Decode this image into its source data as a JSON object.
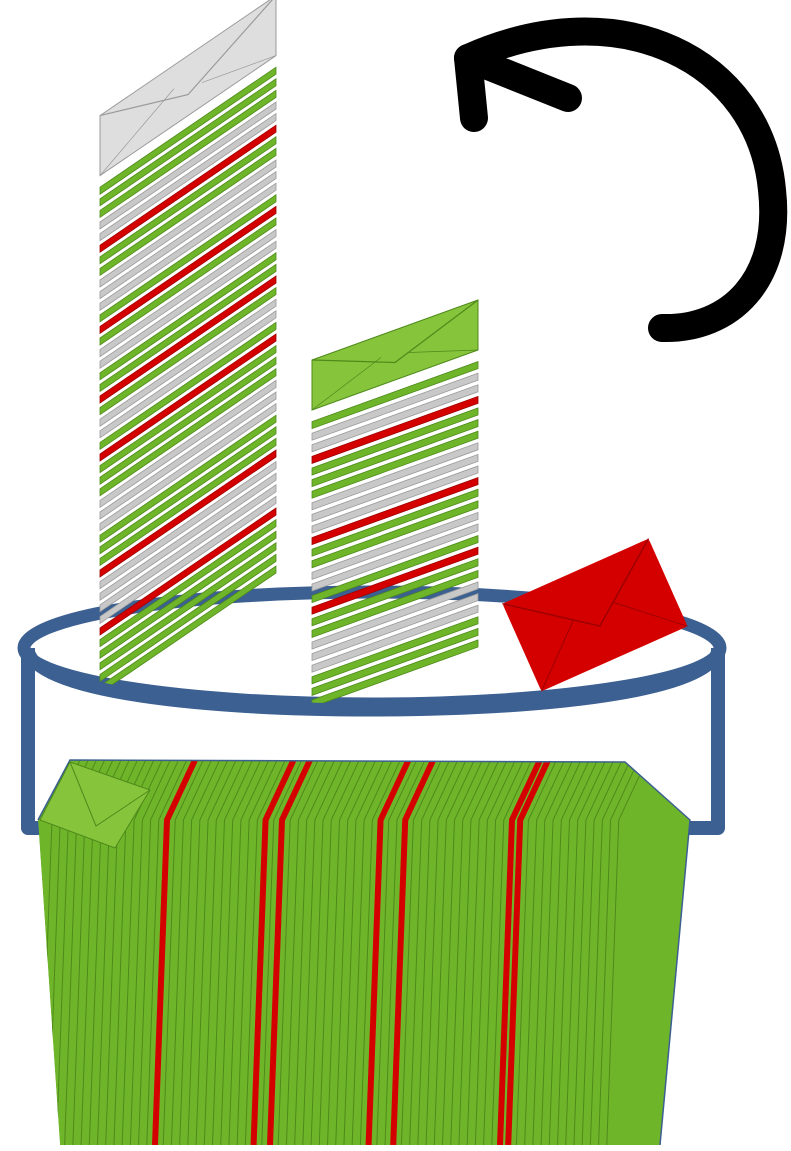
{
  "colors": {
    "green": "#6fb52a",
    "green_dark": "#4e8a1a",
    "green_light": "#86c43c",
    "gray": "#c8c8c8",
    "gray_dark": "#9a9a9a",
    "gray_light": "#dedede",
    "red": "#d40000",
    "red_dark": "#9e0000",
    "container": "#3b6091",
    "arrow_down": "#1e3a63",
    "rotate_arrow": "#000000"
  },
  "icons": {
    "rotate": "counter-clockwise-rotate-arrow-icon",
    "down": "down-arrow-icon",
    "envelope": "envelope-icon"
  },
  "stacks": {
    "tall": {
      "top_envelope_color": "gray",
      "layers": [
        "green",
        "green",
        "green",
        "green",
        "green",
        "red",
        "gray",
        "gray",
        "gray",
        "gray",
        "red",
        "green",
        "green",
        "green",
        "gray",
        "gray",
        "gray",
        "green",
        "green",
        "green",
        "red",
        "green",
        "gray",
        "gray",
        "green",
        "red",
        "green",
        "green",
        "gray",
        "gray",
        "green",
        "red",
        "green",
        "gray",
        "gray",
        "gray",
        "green",
        "green",
        "red",
        "gray",
        "gray",
        "green",
        "green",
        "green"
      ]
    },
    "short": {
      "top_envelope_color": "green",
      "layers": [
        "green",
        "green",
        "green",
        "gray",
        "gray",
        "gray",
        "green",
        "green",
        "red",
        "green",
        "gray",
        "gray",
        "green",
        "green",
        "red",
        "gray",
        "gray",
        "gray",
        "green",
        "green",
        "green",
        "red",
        "gray",
        "gray",
        "green"
      ]
    },
    "loose_envelope_color": "red"
  },
  "flat_stack": {
    "count": 70,
    "red_positions": [
      14,
      26,
      28,
      40,
      43,
      56,
      57
    ]
  }
}
